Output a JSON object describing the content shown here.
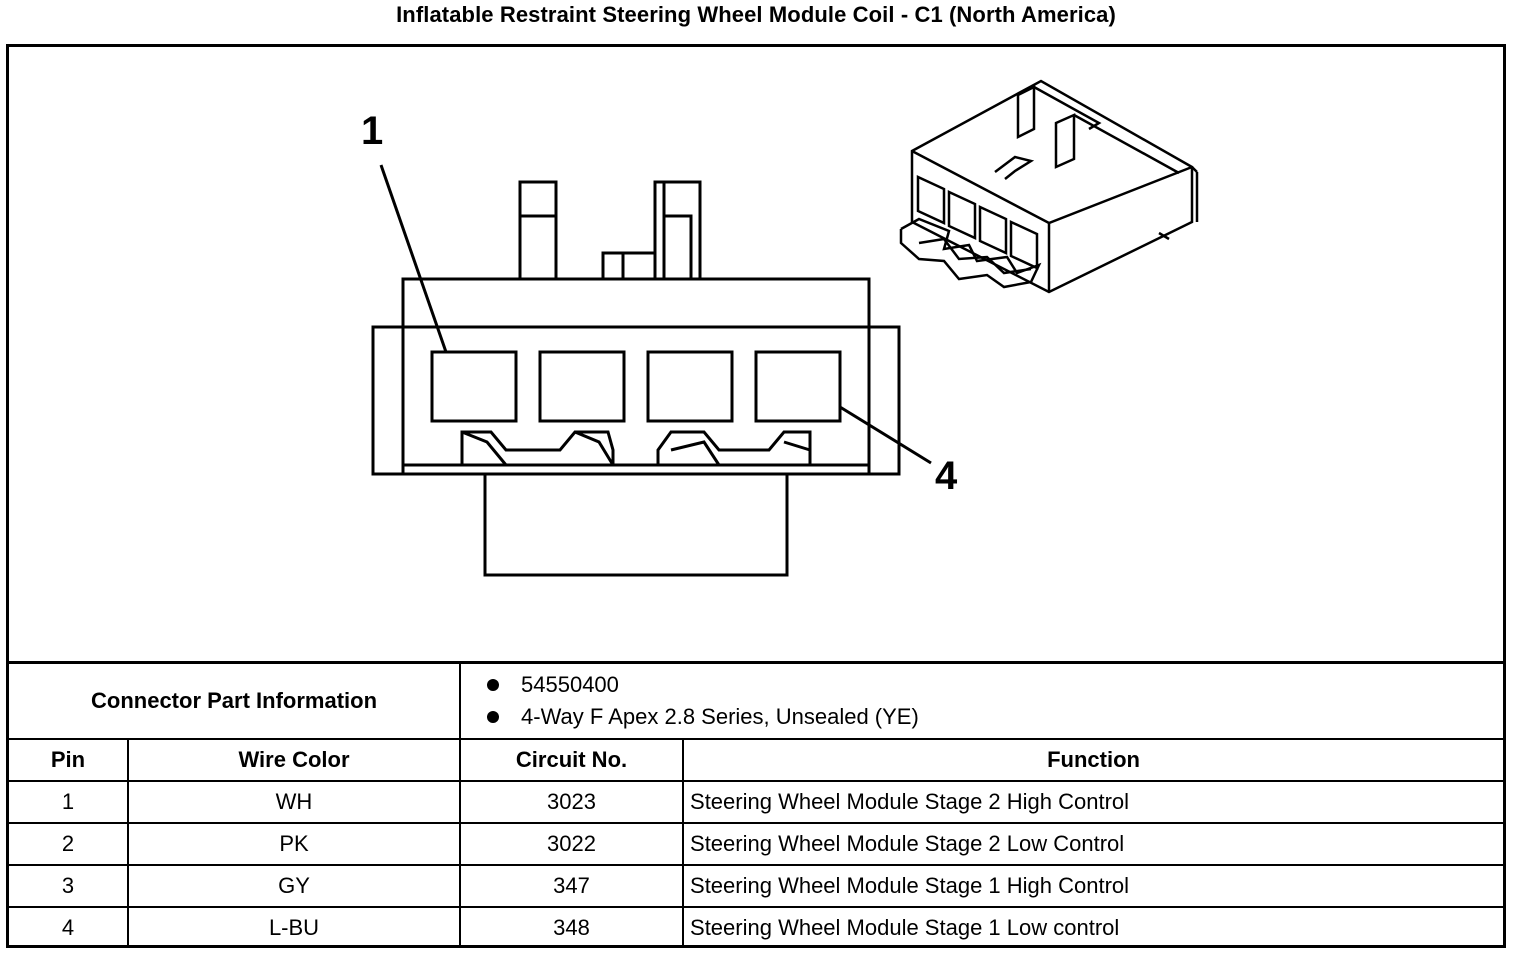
{
  "title": "Inflatable Restraint Steering Wheel Module Coil - C1 (North America)",
  "callouts": {
    "pin_first": "1",
    "pin_last": "4"
  },
  "connector_info": {
    "label": "Connector Part Information",
    "items": [
      "54550400",
      "4-Way F Apex 2.8 Series, Unsealed (YE)"
    ]
  },
  "table": {
    "headers": {
      "pin": "Pin",
      "wire_color": "Wire Color",
      "circuit": "Circuit No.",
      "function": "Function"
    },
    "rows": [
      {
        "pin": "1",
        "wire_color": "WH",
        "circuit": "3023",
        "function": "Steering Wheel Module Stage 2 High Control"
      },
      {
        "pin": "2",
        "wire_color": "PK",
        "circuit": "3022",
        "function": "Steering Wheel Module Stage 2 Low Control"
      },
      {
        "pin": "3",
        "wire_color": "GY",
        "circuit": "347",
        "function": "Steering Wheel Module Stage 1 High Control"
      },
      {
        "pin": "4",
        "wire_color": "L-BU",
        "circuit": "348",
        "function": "Steering Wheel Module Stage 1 Low control"
      }
    ]
  }
}
